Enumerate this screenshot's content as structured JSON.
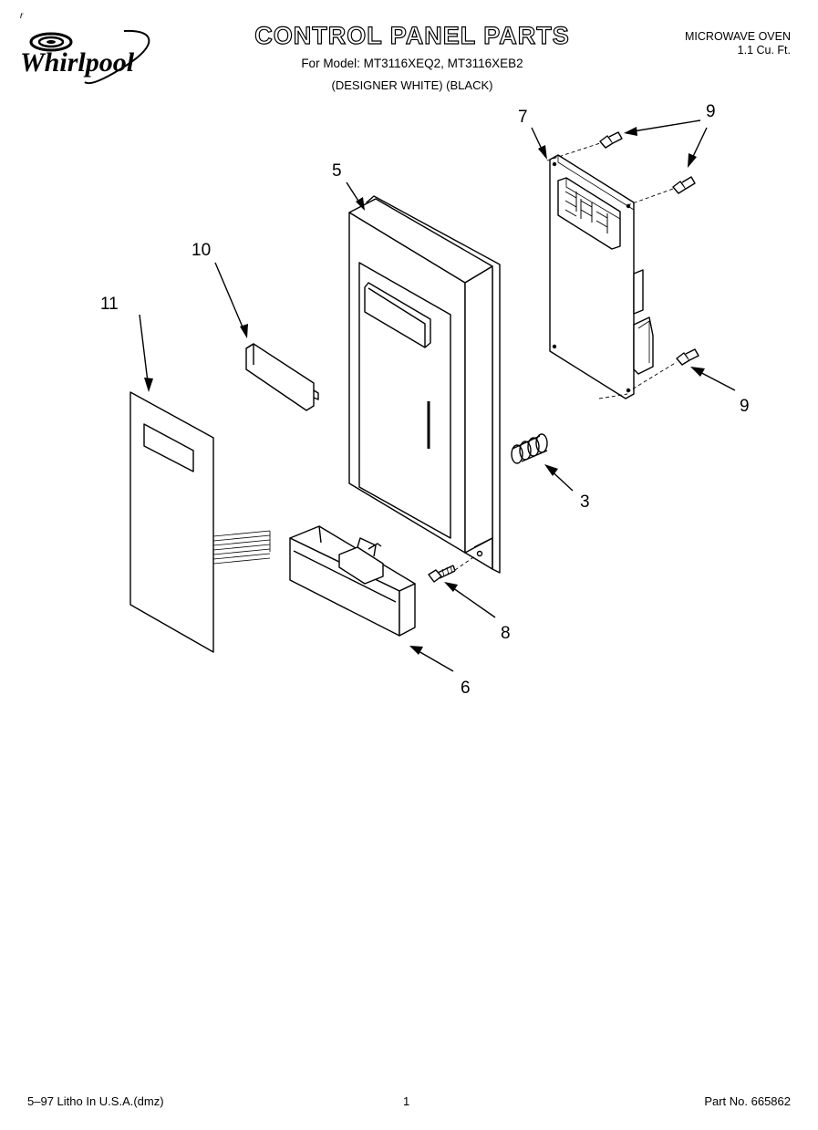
{
  "header": {
    "brand": "Whirlpool",
    "title": "CONTROL PANEL PARTS",
    "models": "For Model: MT3116XEQ2, MT3116XEB2",
    "variants": "(DESIGNER WHITE)    (BLACK)",
    "product_line1": "MICROWAVE OVEN",
    "product_line2": "1.1 Cu. Ft."
  },
  "callouts": {
    "c3": "3",
    "c5": "5",
    "c6": "6",
    "c7": "7",
    "c8": "8",
    "c9a": "9",
    "c9b": "9",
    "c10": "10",
    "c11": "11"
  },
  "footer": {
    "litho": "5–97 Litho In U.S.A.(dmz)",
    "page": "1",
    "part_no": "Part No. 665862"
  },
  "corner_mark": "r"
}
